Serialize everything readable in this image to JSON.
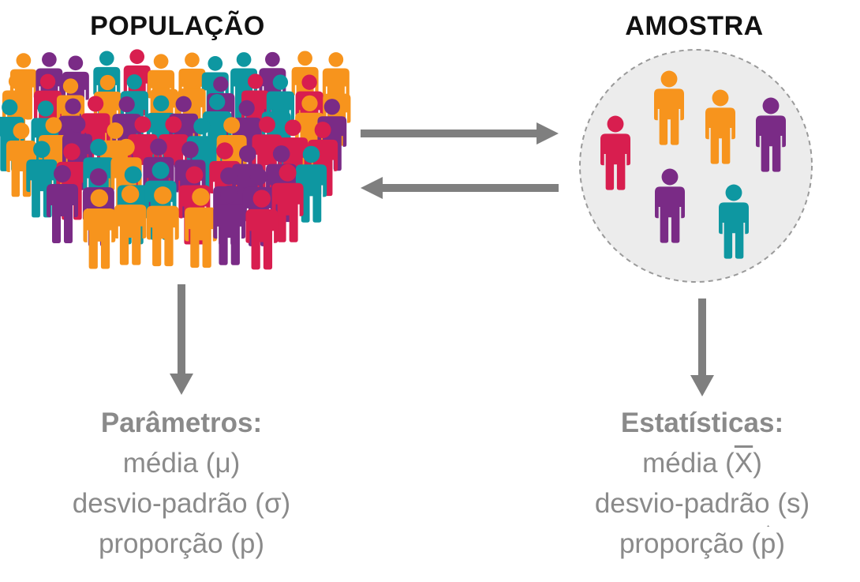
{
  "population": {
    "title": "POPULAÇÃO",
    "heading": "Parâmetros:",
    "lines": [
      "média (μ)",
      "desvio-padrão (σ)",
      "proporção (p)"
    ]
  },
  "sample": {
    "title": "AMOSTRA",
    "heading": "Estatísticas:",
    "line1_prefix": "média (",
    "line1_symbol": "X",
    "line1_suffix": ")",
    "line2": "desvio-padrão (s)",
    "line3_prefix": "proporção (",
    "line3_symbol": "p",
    "line3_suffix": ")"
  },
  "colors": {
    "orange": "#F7941D",
    "red": "#D81E4F",
    "purple": "#7A2B86",
    "teal": "#0E97A1",
    "arrow": "#7f7f7f",
    "circle_fill": "#ececec",
    "circle_stroke": "#9a9a9a",
    "text_gray": "#8a8a8a"
  },
  "icons": {
    "crowd": "people-crowd-icon",
    "sample_person": "person-icon"
  }
}
